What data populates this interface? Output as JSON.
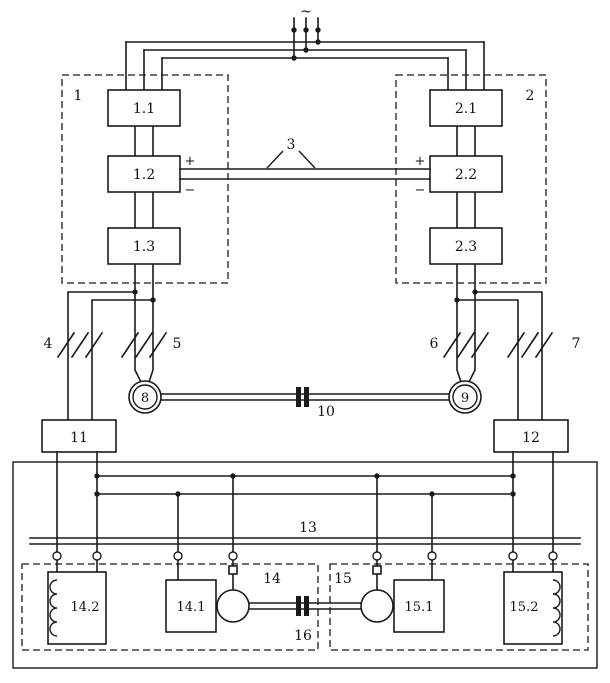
{
  "diagram": {
    "colors": {
      "ink": "#1a1a1a",
      "background": "#ffffff"
    },
    "source": {
      "ac": "~"
    },
    "groups": {
      "g1": "1",
      "g2": "2",
      "g14": "14",
      "g15": "15"
    },
    "blocks": {
      "b11": "1.1",
      "b12": "1.2",
      "b13": "1.3",
      "b21": "2.1",
      "b22": "2.2",
      "b23": "2.3",
      "u11": "11",
      "u12": "12"
    },
    "link": {
      "label": "3",
      "plus": "+",
      "minus": "−"
    },
    "contacts": {
      "c4": "4",
      "c5": "5",
      "c6": "6",
      "c7": "7"
    },
    "machines": {
      "m8": "8",
      "m9": "9",
      "m141": "14.1",
      "w142": "14.2",
      "m151": "15.1",
      "w152": "15.2"
    },
    "couplings": {
      "k10": "10",
      "k16": "16"
    },
    "bus": {
      "label": "13"
    }
  }
}
